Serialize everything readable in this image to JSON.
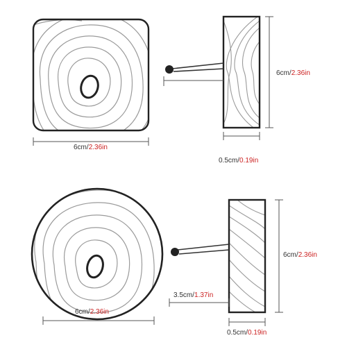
{
  "colors": {
    "outline": "#222222",
    "grain": "#9a9a9a",
    "dimension_line": "#555555",
    "metric_text": "#333333",
    "imperial_text": "#cc2222"
  },
  "top_product": {
    "shape": "rounded-square",
    "width_label": {
      "metric": "6cm",
      "imperial": "2.36in"
    },
    "height_label": {
      "metric": "6cm",
      "imperial": "2.36in"
    },
    "thickness_label": {
      "metric": "0.5cm",
      "imperial": "0.19in"
    }
  },
  "bottom_product": {
    "shape": "circle",
    "width_label": {
      "metric": "6cm",
      "imperial": "2.36in"
    },
    "height_label": {
      "metric": "6cm",
      "imperial": "2.36in"
    },
    "thickness_label": {
      "metric": "0.5cm",
      "imperial": "0.19in"
    },
    "protrusion_label": {
      "metric": "3.5cm",
      "imperial": "1.37in"
    }
  }
}
